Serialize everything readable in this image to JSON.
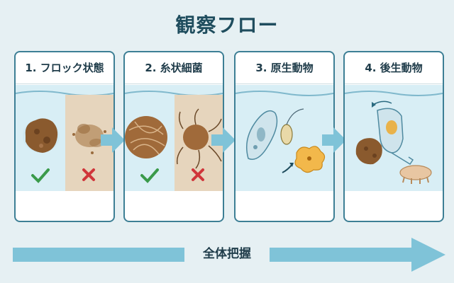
{
  "title": "観察フロー",
  "steps": [
    {
      "label": "1. フロック状態"
    },
    {
      "label": "2. 糸状細菌"
    },
    {
      "label": "3. 原生動物"
    },
    {
      "label": "4. 後生動物"
    }
  ],
  "overview_label": "全体把握",
  "colors": {
    "accent": "#3d7f95",
    "arrow": "#7fc3d8",
    "water": "#d8eef5",
    "good": "#3a9a4a",
    "bad": "#d0353a",
    "floc": "#8a5a2e"
  }
}
